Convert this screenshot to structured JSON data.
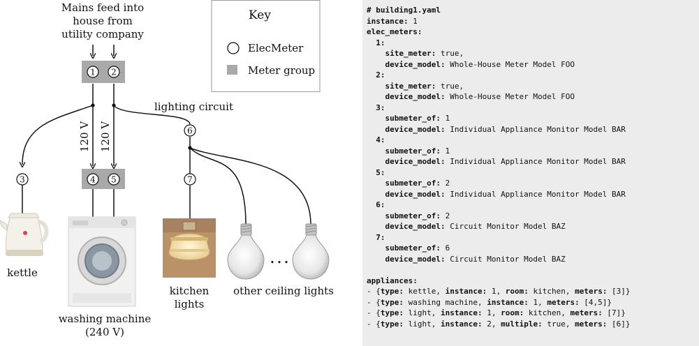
{
  "diagram": {
    "mains_label": [
      "Mains feed into",
      "house from",
      "utility company"
    ],
    "key_title": "Key",
    "key_elecmeter": "ElecMeter",
    "key_meter_group": "Meter group",
    "lighting_circuit": "lighting circuit",
    "voltage_a": "120 V",
    "voltage_b": "120 V",
    "meter_numbers": [
      "1",
      "2",
      "3",
      "4",
      "5",
      "6",
      "7"
    ],
    "kettle_label": "kettle",
    "washing_machine_label": [
      "washing machine",
      "(240 V)"
    ],
    "kitchen_lights_label": [
      "kitchen",
      "lights"
    ],
    "other_lights_label": "other ceiling lights",
    "ellipsis": "• • •",
    "colors": {
      "meter_group": "#a9a9a9",
      "lines": "#111111",
      "code_bg": "#ececec"
    }
  },
  "code": {
    "lines": [
      [
        {
          "t": "# building1.yaml",
          "b": true
        }
      ],
      [
        {
          "t": "instance:",
          "b": true
        },
        {
          "t": " 1"
        }
      ],
      [
        {
          "t": "elec_meters:",
          "b": true
        }
      ],
      [
        {
          "t": "  1:",
          "b": true
        }
      ],
      [
        {
          "t": "    site_meter:",
          "b": true
        },
        {
          "t": " true,"
        }
      ],
      [
        {
          "t": "    device_model:",
          "b": true
        },
        {
          "t": " Whole-House Meter Model FOO"
        }
      ],
      [
        {
          "t": "  2:",
          "b": true
        }
      ],
      [
        {
          "t": "    site_meter:",
          "b": true
        },
        {
          "t": " true,"
        }
      ],
      [
        {
          "t": "    device_model:",
          "b": true
        },
        {
          "t": " Whole-House Meter Model FOO"
        }
      ],
      [
        {
          "t": "  3:",
          "b": true
        }
      ],
      [
        {
          "t": "    submeter_of:",
          "b": true
        },
        {
          "t": " 1"
        }
      ],
      [
        {
          "t": "    device_model:",
          "b": true
        },
        {
          "t": " Individual Appliance Monitor Model BAR"
        }
      ],
      [
        {
          "t": "  4:",
          "b": true
        }
      ],
      [
        {
          "t": "    submeter_of:",
          "b": true
        },
        {
          "t": " 1"
        }
      ],
      [
        {
          "t": "    device_model:",
          "b": true
        },
        {
          "t": " Individual Appliance Monitor Model BAR"
        }
      ],
      [
        {
          "t": "  5:",
          "b": true
        }
      ],
      [
        {
          "t": "    submeter_of:",
          "b": true
        },
        {
          "t": " 2"
        }
      ],
      [
        {
          "t": "    device_model:",
          "b": true
        },
        {
          "t": " Individual Appliance Monitor Model BAR"
        }
      ],
      [
        {
          "t": "  6:",
          "b": true
        }
      ],
      [
        {
          "t": "    submeter_of:",
          "b": true
        },
        {
          "t": " 2"
        }
      ],
      [
        {
          "t": "    device_model:",
          "b": true
        },
        {
          "t": " Circuit Monitor Model BAZ"
        }
      ],
      [
        {
          "t": "  7:",
          "b": true
        }
      ],
      [
        {
          "t": "    submeter_of:",
          "b": true
        },
        {
          "t": " 6"
        }
      ],
      [
        {
          "t": "    device_model:",
          "b": true
        },
        {
          "t": " Circuit Monitor Model BAZ"
        }
      ],
      [],
      [
        {
          "t": "appliances:",
          "b": true
        }
      ],
      [
        {
          "t": "- {"
        },
        {
          "t": "type:",
          "b": true
        },
        {
          "t": " kettle, "
        },
        {
          "t": "instance:",
          "b": true
        },
        {
          "t": " 1, "
        },
        {
          "t": "room:",
          "b": true
        },
        {
          "t": " kitchen, "
        },
        {
          "t": "meters:",
          "b": true
        },
        {
          "t": " [3]}"
        }
      ],
      [
        {
          "t": "- {"
        },
        {
          "t": "type:",
          "b": true
        },
        {
          "t": " washing machine, "
        },
        {
          "t": "instance:",
          "b": true
        },
        {
          "t": " 1, "
        },
        {
          "t": "meters:",
          "b": true
        },
        {
          "t": " [4,5]}"
        }
      ],
      [
        {
          "t": "- {"
        },
        {
          "t": "type:",
          "b": true
        },
        {
          "t": " light, "
        },
        {
          "t": "instance:",
          "b": true
        },
        {
          "t": " 1, "
        },
        {
          "t": "room:",
          "b": true
        },
        {
          "t": " kitchen, "
        },
        {
          "t": "meters:",
          "b": true
        },
        {
          "t": " [7]}"
        }
      ],
      [
        {
          "t": "- {"
        },
        {
          "t": "type:",
          "b": true
        },
        {
          "t": " light, "
        },
        {
          "t": "instance:",
          "b": true
        },
        {
          "t": " 2, "
        },
        {
          "t": "multiple:",
          "b": true
        },
        {
          "t": " true, "
        },
        {
          "t": "meters:",
          "b": true
        },
        {
          "t": " [6]}"
        }
      ]
    ]
  }
}
